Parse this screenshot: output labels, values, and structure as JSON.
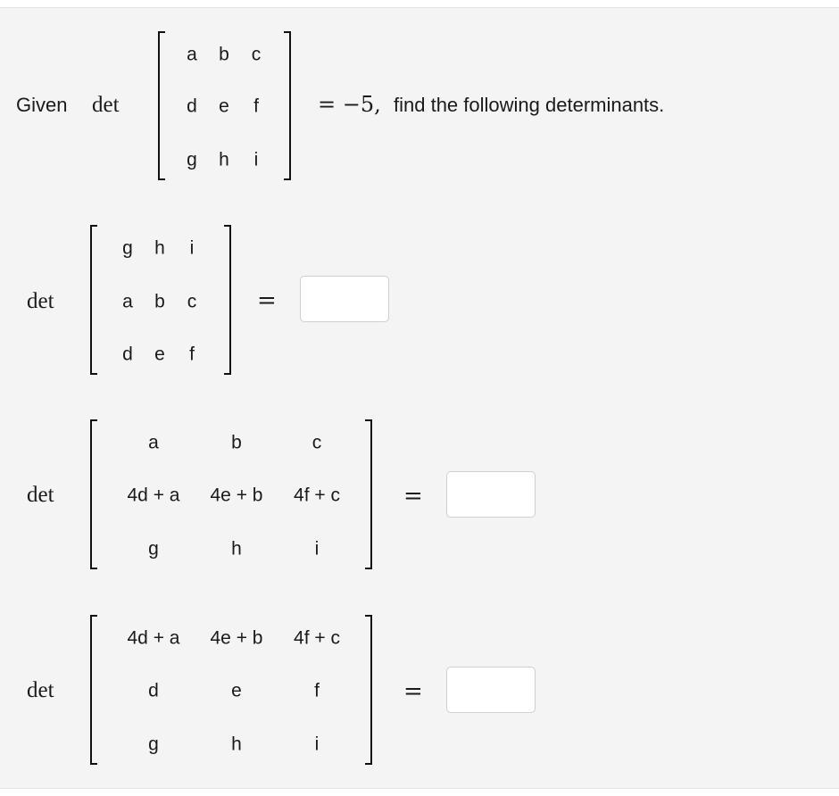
{
  "given": {
    "prefix": "Given",
    "det": "det",
    "matrix": [
      [
        "a",
        "b",
        "c"
      ],
      [
        "d",
        "e",
        "f"
      ],
      [
        "g",
        "h",
        "i"
      ]
    ],
    "equals": "= −5,",
    "suffix": "find the following determinants."
  },
  "problems": [
    {
      "det": "det",
      "matrix": [
        [
          "g",
          "h",
          "i"
        ],
        [
          "a",
          "b",
          "c"
        ],
        [
          "d",
          "e",
          "f"
        ]
      ],
      "equals": "=",
      "answer_value": ""
    },
    {
      "det": "det",
      "matrix": [
        [
          "a",
          "b",
          "c"
        ],
        [
          "4d + a",
          "4e + b",
          "4f + c"
        ],
        [
          "g",
          "h",
          "i"
        ]
      ],
      "equals": "=",
      "answer_value": ""
    },
    {
      "det": "det",
      "matrix": [
        [
          "4d + a",
          "4e + b",
          "4f + c"
        ],
        [
          "d",
          "e",
          "f"
        ],
        [
          "g",
          "h",
          "i"
        ]
      ],
      "equals": "=",
      "answer_value": ""
    }
  ]
}
